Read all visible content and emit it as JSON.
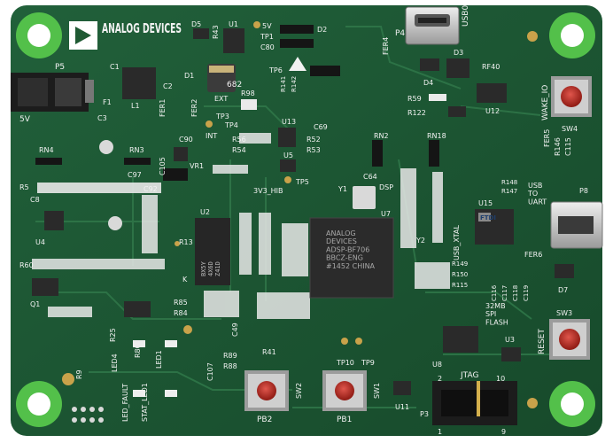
{
  "board": {
    "brand_logo": "ANALOG DEVICES",
    "colors": {
      "pcb": "#1f5a33",
      "pcb_dark": "#16472a",
      "trace": "#2d7044",
      "silkscreen": "#f2f2f2",
      "chip": "#2a2a2a",
      "pad": "#c9b37a",
      "copper_ring": "#53c04a",
      "button_red": "#b3261e"
    },
    "labels": {
      "usb0": "USB0",
      "p4": "P4",
      "p5": "P5",
      "v5": "5V",
      "d5": "D5",
      "u1": "U1",
      "r43": "R43",
      "tp1": "TP1",
      "c80": "C80",
      "d2": "D2",
      "fer4": "FER4",
      "d3": "D3",
      "d4": "D4",
      "tp6": "TP6",
      "r141": "R141",
      "r142": "R142",
      "rf40": "RF40",
      "u12": "U12",
      "r59": "R59",
      "r122": "R122",
      "wake_io": "WAKE_IO",
      "sw4": "SW4",
      "d1": "D1",
      "c1": "C1",
      "c2": "C2",
      "c3": "C3",
      "f1": "F1",
      "l1": "L1",
      "fer1": "FER1",
      "fer2": "FER2",
      "ext": "EXT",
      "int": "INT",
      "tp3": "TP3",
      "tp4": "TP4",
      "r98": "R98",
      "c682": "682",
      "u13": "U13",
      "c69": "C69",
      "r52": "R52",
      "r53": "R53",
      "r56": "R56",
      "r54": "R54",
      "u5": "U5",
      "tp5": "TP5",
      "c64": "C64",
      "rn2": "RN2",
      "rn18": "RN18",
      "rn4": "RN4",
      "rn3": "RN3",
      "c90": "C90",
      "vr1": "VR1",
      "c105": "C105",
      "c97": "C97",
      "r5": "R5",
      "c8": "C8",
      "c92": "C92",
      "hib": "3V3_HIB",
      "dsp": "DSP",
      "y1": "Y1",
      "u7": "U7",
      "u2": "U2",
      "ram_mark": "BX5Y\n4X6D\nZ41D",
      "dsp_chip": "ANALOG\nDEVICES\nADSP-BF706\nBBCZ-ENG\n#1452 CHINA",
      "u4": "U4",
      "r60": "R60",
      "q1": "Q1",
      "r13": "R13",
      "k": "K",
      "y2": "Y2",
      "usb_xtal": "USB_XTAL",
      "u15": "U15",
      "ftdi_chip": "FTDI",
      "usb_to_uart": "USB\nTO\nUART",
      "p8": "P8",
      "fer5": "FER5",
      "r146": "R146",
      "c115": "C115",
      "r148": "R148",
      "r147": "R147",
      "fer6": "FER6",
      "d7": "D7",
      "c116": "C116",
      "c117": "C117",
      "c118": "C118",
      "c119": "C119",
      "r149": "R149",
      "r150": "R150",
      "r115": "R115",
      "spi_flash": "32MB\nSPI\nFLASH",
      "u8": "U8",
      "u3": "U3",
      "sw3": "SW3",
      "reset": "RESET",
      "jtag": "JTAG",
      "p3": "P3",
      "jtag_2": "2",
      "jtag_10": "10",
      "jtag_1": "1",
      "jtag_9": "9",
      "u11": "U11",
      "tp10": "TP10",
      "tp9": "TP9",
      "r41": "R41",
      "pb2": "PB2",
      "pb1": "PB1",
      "sw2": "SW2",
      "sw1": "SW1",
      "led4": "LED4",
      "led1": "LED1",
      "led_fault": "LED_FAULT",
      "stat_led1": "STAT_LED1",
      "r9": "R9",
      "r25": "R25",
      "r80": "R80",
      "r85": "R85",
      "r84": "R84",
      "c49": "C49",
      "r89": "R89",
      "r88": "R88",
      "c107": "C107"
    }
  }
}
